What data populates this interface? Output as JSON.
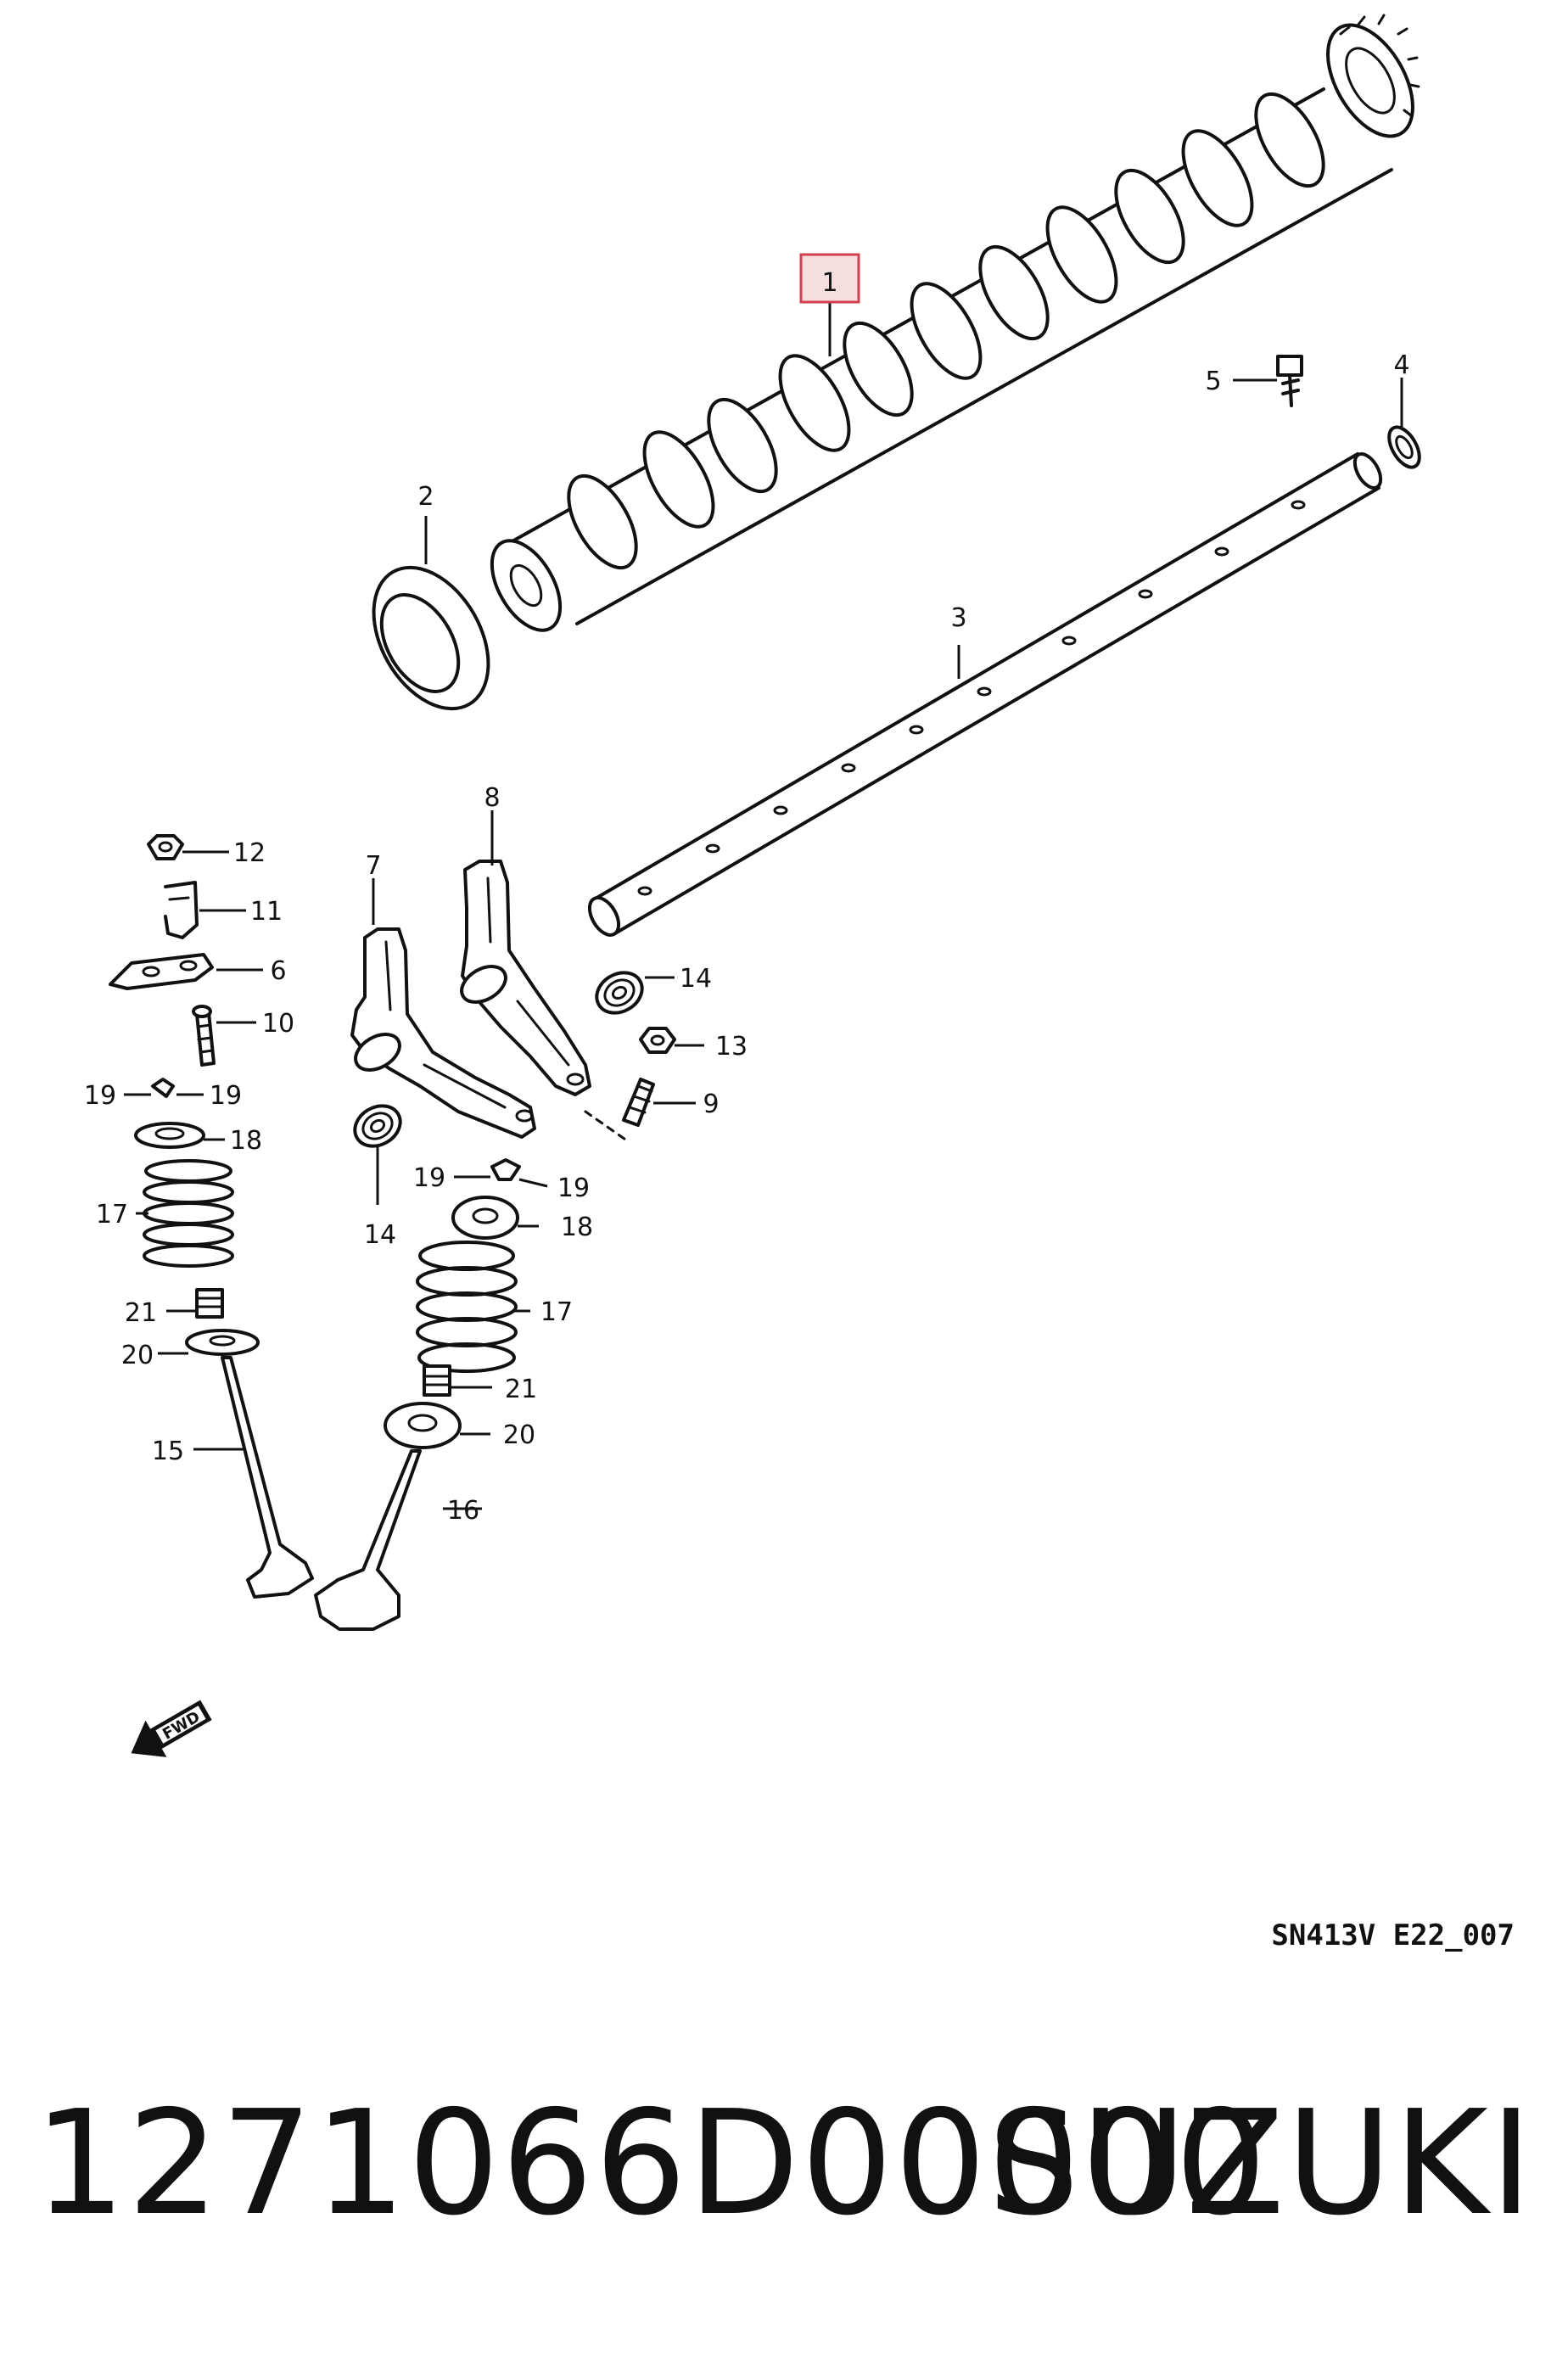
{
  "diagram": {
    "callouts": {
      "c1": "1",
      "c2": "2",
      "c3": "3",
      "c4": "4",
      "c5": "5",
      "c6": "6",
      "c7": "7",
      "c8": "8",
      "c9": "9",
      "c10": "10",
      "c11": "11",
      "c12": "12",
      "c13": "13",
      "c14a": "14",
      "c14b": "14",
      "c15": "15",
      "c16": "16",
      "c17a": "17",
      "c17b": "17",
      "c18a": "18",
      "c18b": "18",
      "c19a": "19",
      "c19b": "19",
      "c19c": "19",
      "c19d": "19",
      "c20a": "20",
      "c20b": "20",
      "c21a": "21",
      "c21b": "21"
    },
    "highlighted_part": "1",
    "highlight_color": "#d04050",
    "fwd_label": "FWD",
    "reference_code": "SN413V E22_007"
  },
  "footer": {
    "part_number": "1271066D00000",
    "brand": "SUZUKI"
  }
}
